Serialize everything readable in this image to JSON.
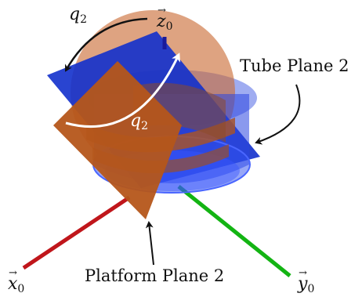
{
  "diagram": {
    "axes": {
      "x": {
        "base": "x",
        "sub": "0",
        "color": "#c0161b"
      },
      "y": {
        "base": "y",
        "sub": "0",
        "color": "#13b413"
      },
      "z": {
        "base": "z",
        "sub": "0",
        "color": "#1a1a9a"
      }
    },
    "rotation_labels": {
      "outer": {
        "base": "q",
        "sub": "2"
      },
      "inner": {
        "base": "q",
        "sub": "2"
      }
    },
    "callouts": {
      "tube_plane": "Tube Plane 2",
      "platform_plane": "Platform Plane 2"
    },
    "colors": {
      "tube_plane": "#1230cc",
      "platform_plane": "#b5561a",
      "cylinder": "#2a46e0",
      "sphere": "#c96b34"
    }
  }
}
